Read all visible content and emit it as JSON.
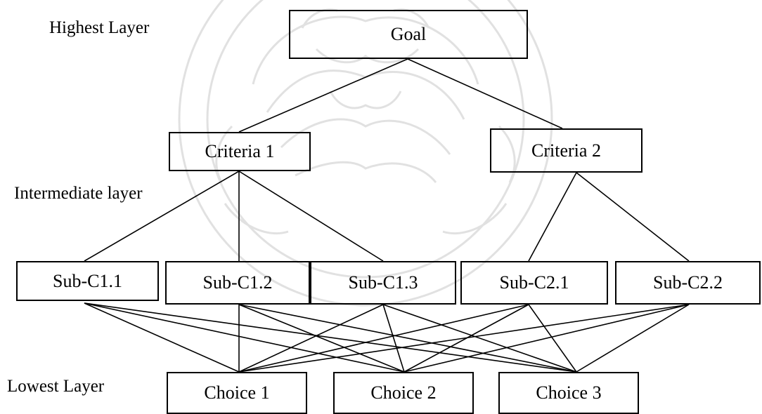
{
  "layers": {
    "highest": "Highest Layer",
    "intermediate": "Intermediate layer",
    "lowest": "Lowest Layer"
  },
  "nodes": {
    "goal": "Goal",
    "criteria_1": "Criteria 1",
    "criteria_2": "Criteria 2",
    "sub_c1_1": "Sub-C1.1",
    "sub_c1_2": "Sub-C1.2",
    "sub_c1_3": "Sub-C1.3",
    "sub_c2_1": "Sub-C2.1",
    "sub_c2_2": "Sub-C2.2",
    "choice_1": "Choice 1",
    "choice_2": "Choice 2",
    "choice_3": "Choice 3"
  },
  "edges": [
    [
      "goal",
      "criteria_1"
    ],
    [
      "goal",
      "criteria_2"
    ],
    [
      "criteria_1",
      "sub_c1_1"
    ],
    [
      "criteria_1",
      "sub_c1_2"
    ],
    [
      "criteria_1",
      "sub_c1_3"
    ],
    [
      "criteria_2",
      "sub_c2_1"
    ],
    [
      "criteria_2",
      "sub_c2_2"
    ],
    [
      "sub_c1_1",
      "choice_1"
    ],
    [
      "sub_c1_1",
      "choice_2"
    ],
    [
      "sub_c1_1",
      "choice_3"
    ],
    [
      "sub_c1_2",
      "choice_1"
    ],
    [
      "sub_c1_2",
      "choice_2"
    ],
    [
      "sub_c1_2",
      "choice_3"
    ],
    [
      "sub_c1_3",
      "choice_1"
    ],
    [
      "sub_c1_3",
      "choice_2"
    ],
    [
      "sub_c1_3",
      "choice_3"
    ],
    [
      "sub_c2_1",
      "choice_1"
    ],
    [
      "sub_c2_1",
      "choice_2"
    ],
    [
      "sub_c2_1",
      "choice_3"
    ],
    [
      "sub_c2_2",
      "choice_1"
    ],
    [
      "sub_c2_2",
      "choice_2"
    ],
    [
      "sub_c2_2",
      "choice_3"
    ]
  ]
}
